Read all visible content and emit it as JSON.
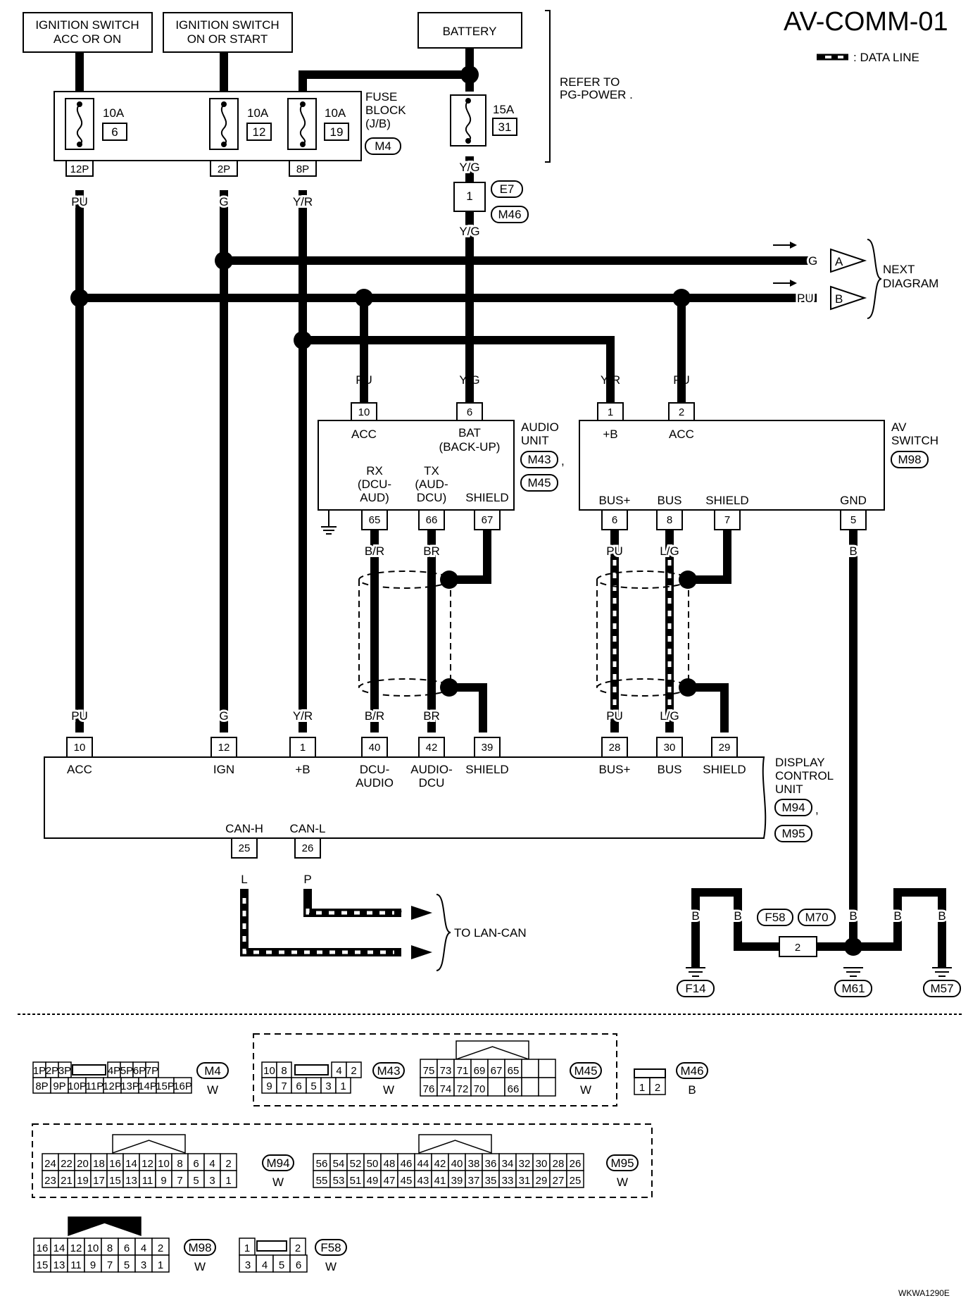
{
  "title": "AV-COMM-01",
  "legend": {
    "label": ": DATA LINE"
  },
  "sources": {
    "acc": {
      "line1": "IGNITION SWITCH",
      "line2": "ACC OR ON"
    },
    "ign": {
      "line1": "IGNITION SWITCH",
      "line2": "ON OR START"
    },
    "battery": "BATTERY",
    "refer": {
      "line1": "REFER TO",
      "line2": "PG-POWER ."
    }
  },
  "fuse_block": {
    "line1": "FUSE",
    "line2": "BLOCK",
    "line3": "(J/B)",
    "connector": "M4",
    "fuses": [
      {
        "amp": "10A",
        "num": "6",
        "pin": "12P",
        "color": "PU"
      },
      {
        "amp": "10A",
        "num": "12",
        "pin": "2P",
        "color": "G"
      },
      {
        "amp": "10A",
        "num": "19",
        "pin": "8P",
        "color": "Y/R"
      }
    ],
    "battery_fuse": {
      "amp": "15A",
      "num": "31",
      "color": "Y/G",
      "jpin": "1",
      "j1": "E7",
      "j2": "M46",
      "color2": "Y/G"
    }
  },
  "next": {
    "g": "G",
    "a": "A",
    "pu": "PU",
    "b": "B",
    "line1": "NEXT",
    "line2": "DIAGRAM"
  },
  "audio_unit": {
    "line1": "AUDIO",
    "line2": "UNIT",
    "conn1": "M43",
    "comma": ",",
    "conn2": "M45",
    "top_pins": [
      {
        "color": "PU",
        "pin": "10",
        "label": "ACC"
      },
      {
        "color": "Y/G",
        "pin": "6",
        "label": "BAT",
        "label2": "(BACK-UP)"
      }
    ],
    "bottom_pins": [
      {
        "l1": "RX",
        "l2": "(DCU-",
        "l3": "AUD)",
        "pin": "65",
        "color": "B/R"
      },
      {
        "l1": "TX",
        "l2": "(AUD-",
        "l3": "DCU)",
        "pin": "66",
        "color": "BR"
      },
      {
        "l1": "SHIELD",
        "pin": "67"
      }
    ]
  },
  "av_switch": {
    "line1": "AV",
    "line2": "SWITCH",
    "conn": "M98",
    "top_pins": [
      {
        "color": "Y/R",
        "pin": "1",
        "label": "+B"
      },
      {
        "color": "PU",
        "pin": "2",
        "label": "ACC"
      }
    ],
    "bottom_pins": [
      {
        "label": "BUS+",
        "pin": "6",
        "color": "PU"
      },
      {
        "label": "BUS",
        "pin": "8",
        "color": "L/G"
      },
      {
        "label": "SHIELD",
        "pin": "7"
      },
      {
        "label": "GND",
        "pin": "5",
        "color": "B"
      }
    ]
  },
  "dcu": {
    "line1": "DISPLAY",
    "line2": "CONTROL",
    "line3": "UNIT",
    "conn1": "M94",
    "comma": ",",
    "conn2": "M95",
    "top_pins": [
      {
        "color": "PU",
        "pin": "10",
        "label": "ACC"
      },
      {
        "color": "G",
        "pin": "12",
        "label": "IGN"
      },
      {
        "color": "Y/R",
        "pin": "1",
        "label": "+B"
      },
      {
        "color": "B/R",
        "pin": "40",
        "label": "DCU-",
        "label2": "AUDIO"
      },
      {
        "color": "BR",
        "pin": "42",
        "label": "AUDIO-",
        "label2": "DCU"
      },
      {
        "pin": "39",
        "label": "SHIELD"
      },
      {
        "color": "PU",
        "pin": "28",
        "label": "BUS+"
      },
      {
        "color": "L/G",
        "pin": "30",
        "label": "BUS"
      },
      {
        "pin": "29",
        "label": "SHIELD"
      }
    ],
    "can": [
      {
        "label": "CAN-H",
        "pin": "25",
        "color": "L"
      },
      {
        "label": "CAN-L",
        "pin": "26",
        "color": "P"
      }
    ]
  },
  "lan": {
    "p": "P",
    "l": "L",
    "label": "TO LAN-CAN"
  },
  "ground": {
    "colors": [
      "B",
      "B",
      "B",
      "B",
      "B"
    ],
    "f58": "F58",
    "m70": "M70",
    "pin": "2",
    "g1": "F14",
    "g2": "M61",
    "g3": "M57"
  },
  "connectors": {
    "m4": {
      "id": "M4",
      "color": "W",
      "r1a": [
        "1P",
        "2P",
        "3P"
      ],
      "r1b": [
        "4P",
        "5P",
        "6P",
        "7P"
      ],
      "r2": [
        "8P",
        "9P",
        "10P",
        "11P",
        "12P",
        "13P",
        "14P",
        "15P",
        "16P"
      ]
    },
    "m43": {
      "id": "M43",
      "color": "W",
      "r1a": [
        "10",
        "8"
      ],
      "r1b": [
        "4",
        "2"
      ],
      "r2": [
        "9",
        "7",
        "6",
        "5",
        "3",
        "1"
      ]
    },
    "m45": {
      "id": "M45",
      "color": "W",
      "r1": [
        "75",
        "73",
        "71",
        "69",
        "67",
        "65",
        "",
        ""
      ],
      "r2": [
        "76",
        "74",
        "72",
        "70",
        "",
        "66",
        "",
        ""
      ]
    },
    "m46": {
      "id": "M46",
      "color": "B",
      "r1": [
        "1",
        "2"
      ]
    },
    "m94": {
      "id": "M94",
      "color": "W",
      "r1": [
        "24",
        "22",
        "20",
        "18",
        "16",
        "14",
        "12",
        "10",
        "8",
        "6",
        "4",
        "2"
      ],
      "r2": [
        "23",
        "21",
        "19",
        "17",
        "15",
        "13",
        "11",
        "9",
        "7",
        "5",
        "3",
        "1"
      ]
    },
    "m95": {
      "id": "M95",
      "color": "W",
      "r1": [
        "56",
        "54",
        "52",
        "50",
        "48",
        "46",
        "44",
        "42",
        "40",
        "38",
        "36",
        "34",
        "32",
        "30",
        "28",
        "26"
      ],
      "r2": [
        "55",
        "53",
        "51",
        "49",
        "47",
        "45",
        "43",
        "41",
        "39",
        "37",
        "35",
        "33",
        "31",
        "29",
        "27",
        "25"
      ]
    },
    "m98": {
      "id": "M98",
      "color": "W",
      "r1": [
        "16",
        "14",
        "12",
        "10",
        "8",
        "6",
        "4",
        "2"
      ],
      "r2": [
        "15",
        "13",
        "11",
        "9",
        "7",
        "5",
        "3",
        "1"
      ]
    },
    "f58": {
      "id": "F58",
      "color": "W",
      "r1a": [
        "1"
      ],
      "r1b": [
        "2"
      ],
      "r2": [
        "3",
        "4",
        "5",
        "6"
      ]
    }
  },
  "code": "WKWA1290E"
}
